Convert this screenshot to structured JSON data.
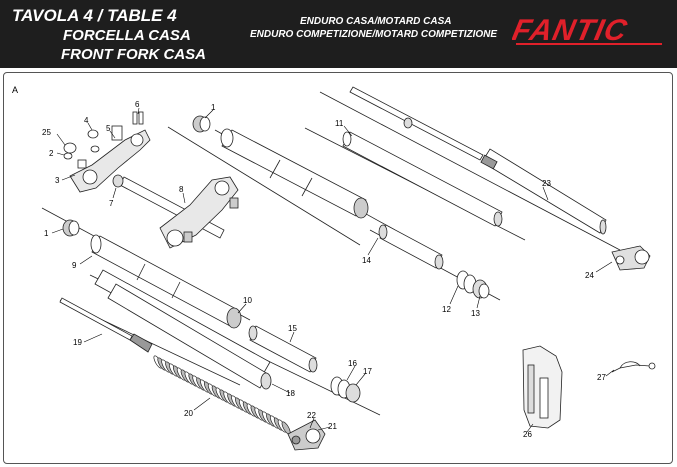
{
  "header": {
    "title_line1": "TAVOLA 4 / TABLE 4",
    "title_line2": "FORCELLA CASA",
    "title_line3": "FRONT FORK CASA",
    "subtitle_line1": "ENDURO CASA/MOTARD CASA",
    "subtitle_line2": "ENDURO COMPETIZIONE/MOTARD COMPETIZIONE",
    "brand": "FANTIC",
    "brand_color": "#e0202a"
  },
  "section_label": "A",
  "parts": {
    "p1a": "1",
    "p1b": "1",
    "p2": "2",
    "p3": "3",
    "p4": "4",
    "p5": "5",
    "p6": "6",
    "p7": "7",
    "p8": "8",
    "p9": "9",
    "p10": "10",
    "p11": "11",
    "p12": "12",
    "p13": "13",
    "p14": "14",
    "p15": "15",
    "p16": "16",
    "p17": "17",
    "p18": "18",
    "p19": "19",
    "p20": "20",
    "p21": "21",
    "p22": "22",
    "p23": "23",
    "p24": "24",
    "p25": "25",
    "p26": "26",
    "p27": "27"
  }
}
